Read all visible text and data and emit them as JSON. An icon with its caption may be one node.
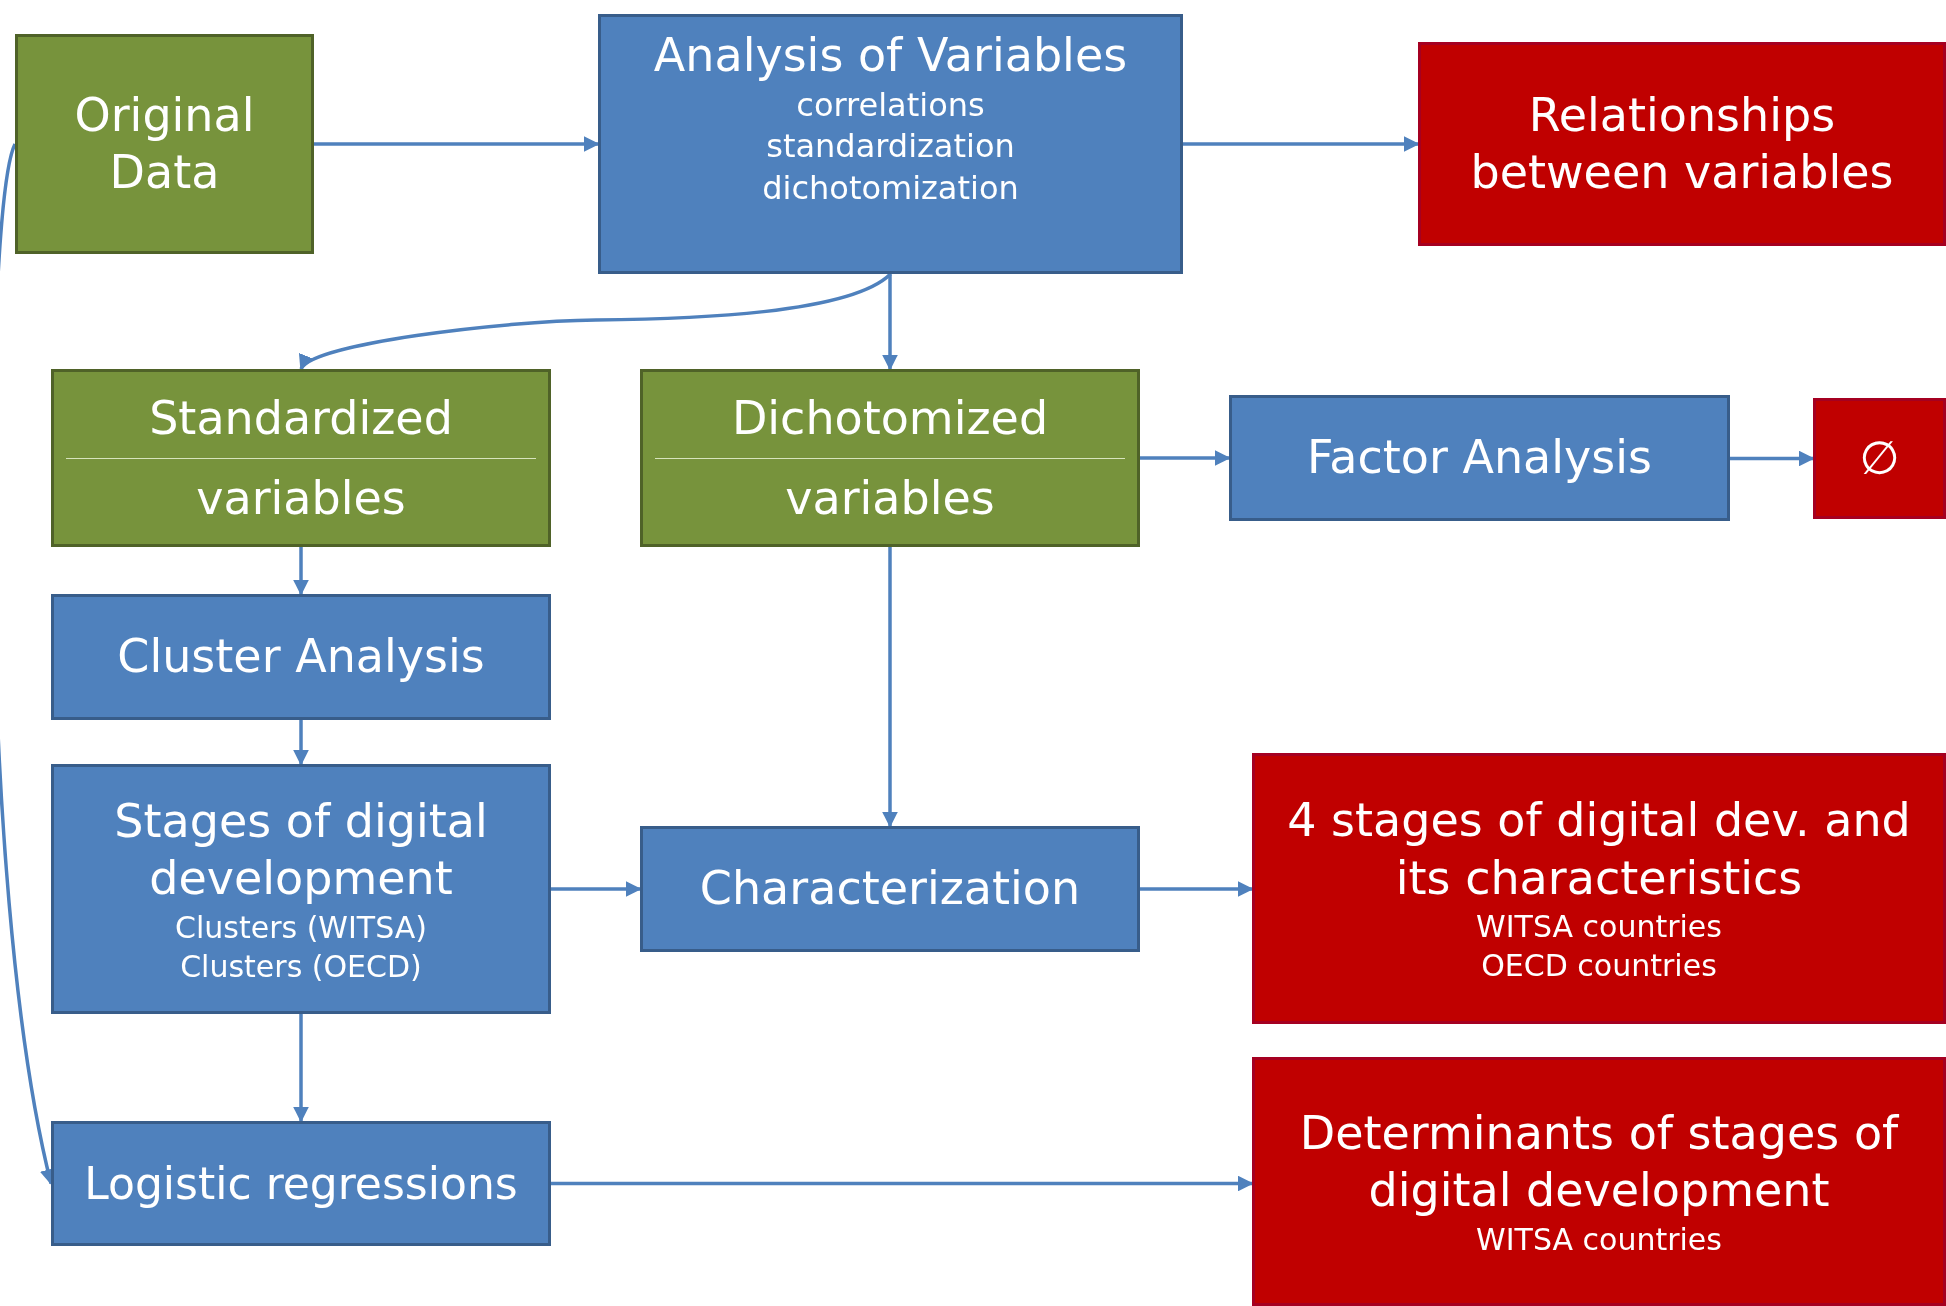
{
  "diagram": {
    "nodes": [
      {
        "text": [
          "Original Data"
        ]
      },
      {
        "text": [
          "Analysis of Variables",
          "correlations",
          "standardization",
          "dichotomization"
        ]
      },
      {
        "text": [
          "Relationships between variables"
        ]
      },
      {
        "text": [
          "Standardized",
          "variables"
        ]
      },
      {
        "text": [
          "Dichotomized",
          "variables"
        ]
      },
      {
        "text": [
          "Factor Analysis"
        ]
      },
      {
        "text": [
          "∅"
        ]
      },
      {
        "text": [
          "Cluster Analysis"
        ]
      },
      {
        "text": [
          "Stages of digital development",
          "Clusters (WITSA)",
          "Clusters (OECD)"
        ]
      },
      {
        "text": [
          "Characterization"
        ]
      },
      {
        "text": [
          "4 stages of digital dev. and its characteristics",
          "WITSA countries",
          "OECD countries"
        ]
      },
      {
        "text": [
          "Logistic regressions"
        ]
      },
      {
        "text": [
          "Determinants of stages of digital development",
          "WITSA countries"
        ]
      }
    ],
    "edges": [
      {
        "from": 0,
        "to": 1,
        "arrow": "to"
      },
      {
        "from": 1,
        "to": 2,
        "arrow": "to"
      },
      {
        "from": 1,
        "to": 3,
        "arrow": "to"
      },
      {
        "from": 1,
        "to": 4,
        "arrow": "to"
      },
      {
        "from": 4,
        "to": 5,
        "arrow": "to"
      },
      {
        "from": 5,
        "to": 6,
        "arrow": "to"
      },
      {
        "from": 3,
        "to": 7,
        "arrow": "to"
      },
      {
        "from": 7,
        "to": 8,
        "arrow": "to"
      },
      {
        "from": 4,
        "to": 9,
        "arrow": "to"
      },
      {
        "from": 8,
        "to": 9,
        "arrow": "to"
      },
      {
        "from": 9,
        "to": 10,
        "arrow": "to"
      },
      {
        "from": 8,
        "to": 11,
        "arrow": "to"
      },
      {
        "from": 11,
        "to": 12,
        "arrow": "to"
      },
      {
        "from": 0,
        "to": 11,
        "arrow": "to"
      }
    ]
  }
}
